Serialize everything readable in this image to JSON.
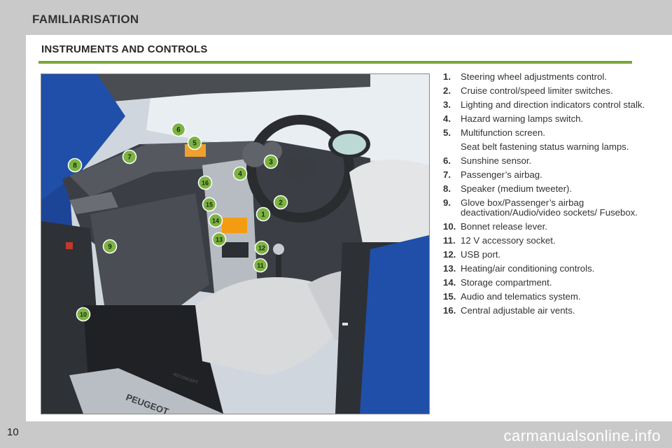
{
  "header": {
    "title": "FAMILIARISATION"
  },
  "section": {
    "title": "INSTRUMENTS AND CONTROLS"
  },
  "figure": {
    "markers": [
      "1",
      "2",
      "3",
      "4",
      "5",
      "6",
      "7",
      "8",
      "9",
      "10",
      "11",
      "12",
      "13",
      "14",
      "15",
      "16"
    ],
    "badge_text": "4DCONCEPT",
    "sill_text": "PEUGEOT"
  },
  "items": [
    {
      "num": "1.",
      "text": "Steering wheel adjustments control."
    },
    {
      "num": "2.",
      "text": "Cruise control/speed limiter switches."
    },
    {
      "num": "3.",
      "text": "Lighting and direction indicators control stalk."
    },
    {
      "num": "4.",
      "text": "Hazard warning lamps switch."
    },
    {
      "num": "5.",
      "text": "Multifunction screen.",
      "note": "Seat belt fastening status warning lamps."
    },
    {
      "num": "6.",
      "text": "Sunshine sensor."
    },
    {
      "num": "7.",
      "text": "Passenger’s airbag."
    },
    {
      "num": "8.",
      "text": "Speaker (medium tweeter)."
    },
    {
      "num": "9.",
      "text": "Glove box/Passenger’s airbag deactivation/Audio/video sockets/ Fusebox."
    },
    {
      "num": "10.",
      "text": "Bonnet release lever."
    },
    {
      "num": "11.",
      "text": "12 V accessory socket."
    },
    {
      "num": "12.",
      "text": "USB port."
    },
    {
      "num": "13.",
      "text": "Heating/air conditioning controls."
    },
    {
      "num": "14.",
      "text": "Storage compartment."
    },
    {
      "num": "15.",
      "text": "Audio and telematics system."
    },
    {
      "num": "16.",
      "text": "Central adjustable air vents."
    }
  ],
  "footer": {
    "page_number": "10",
    "watermark": "carmanualsonline.info"
  },
  "colors": {
    "accent": "#7aa63a",
    "marker": "#7cb342",
    "car_blue": "#1f4fa8"
  }
}
